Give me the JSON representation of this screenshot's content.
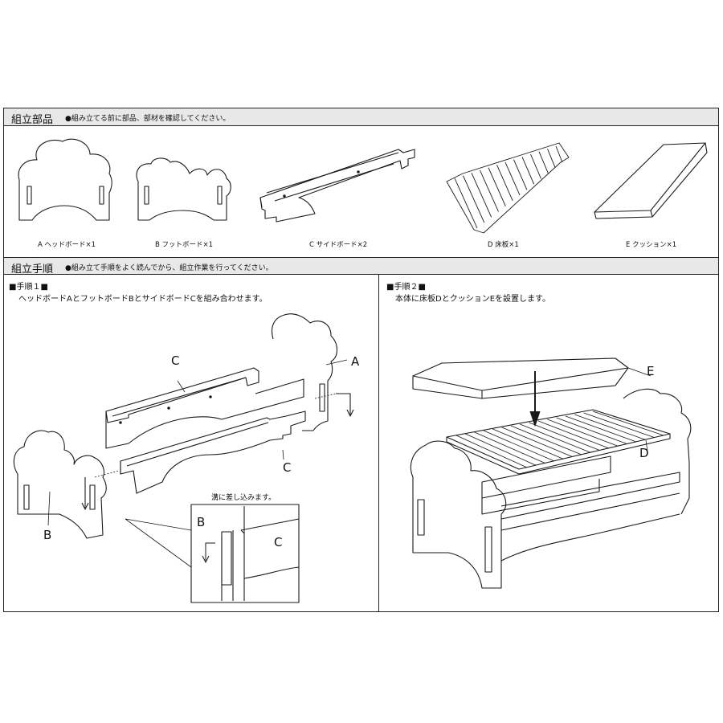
{
  "parts_section": {
    "title": "組立部品",
    "note": "●組み立てる前に部品、部材を確認してください。",
    "parts": [
      {
        "id": "A",
        "caption": "A  ヘッドボード×1"
      },
      {
        "id": "B",
        "caption": "B  フットボード×1"
      },
      {
        "id": "C",
        "caption": "C  サイドボード×2"
      },
      {
        "id": "D",
        "caption": "D  床板×1"
      },
      {
        "id": "E",
        "caption": "E  クッション×1"
      }
    ]
  },
  "procedure_section": {
    "title": "組立手順",
    "note": "●組み立て手順をよく読んでから、組立作業を行ってください。",
    "step1": {
      "heading": "■手順１■",
      "text": "ヘッドボードAとフットボードBとサイドボードCを組み合わせます。",
      "labels": {
        "a": "A",
        "b": "B",
        "c_top": "C",
        "c_front": "C"
      },
      "detail": {
        "title": "溝に差し込みます。",
        "b": "B",
        "c": "C"
      }
    },
    "step2": {
      "heading": "■手順２■",
      "text": "本体に床板DとクッションEを設置します。",
      "labels": {
        "e": "E",
        "d": "D"
      }
    }
  }
}
